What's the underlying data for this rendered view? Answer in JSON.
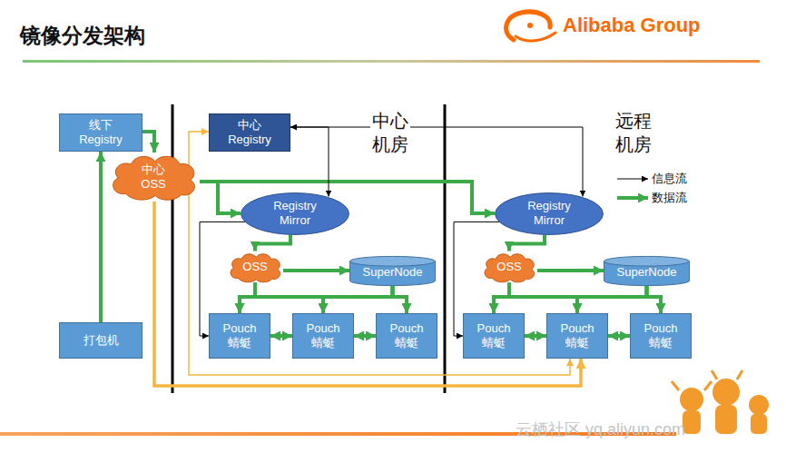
{
  "diagram": {
    "title": "镜像分发架构",
    "nodes": [
      {
        "text": [
          "线下 Registry"
        ]
      },
      {
        "text": [
          "中心 OSS"
        ]
      },
      {
        "text": [
          "打包机"
        ]
      },
      {
        "text": [
          "中心 Registry"
        ]
      },
      {
        "text": [
          "Registry Mirror"
        ]
      },
      {
        "text": [
          "OSS"
        ]
      },
      {
        "text": [
          "SuperNode"
        ]
      },
      {
        "text": [
          "Pouch 蜻蜓"
        ]
      },
      {
        "text": [
          "Pouch 蜻蜓"
        ]
      },
      {
        "text": [
          "Pouch 蜻蜓"
        ]
      },
      {
        "text": [
          "Registry Mirror"
        ]
      },
      {
        "text": [
          "OSS"
        ]
      },
      {
        "text": [
          "SuperNode"
        ]
      },
      {
        "text": [
          "Pouch 蜻蜓"
        ]
      },
      {
        "text": [
          "Pouch 蜻蜓"
        ]
      },
      {
        "text": [
          "Pouch 蜻蜓"
        ]
      }
    ],
    "edges": [
      {
        "from": 2,
        "to": 0,
        "arrow": "to"
      },
      {
        "from": 0,
        "to": 1,
        "arrow": "to"
      },
      {
        "from": 1,
        "to": 4,
        "arrow": "to"
      },
      {
        "from": 1,
        "to": 10,
        "arrow": "to"
      },
      {
        "from": 1,
        "to": 14,
        "arrow": "to"
      },
      {
        "from": 3,
        "to": 14,
        "arrow": "both"
      },
      {
        "from": 3,
        "to": 4,
        "arrow": "to"
      },
      {
        "from": 3,
        "to": 10,
        "arrow": "both"
      },
      {
        "from": 4,
        "to": 5,
        "arrow": "to"
      },
      {
        "from": 5,
        "to": 6,
        "arrow": "to"
      },
      {
        "from": 5,
        "to": 7,
        "arrow": "to"
      },
      {
        "from": 5,
        "to": 8,
        "arrow": "to"
      },
      {
        "from": 5,
        "to": 9,
        "arrow": "to"
      },
      {
        "from": 6,
        "to": 7,
        "arrow": "to"
      },
      {
        "from": 6,
        "to": 8,
        "arrow": "to"
      },
      {
        "from": 6,
        "to": 9,
        "arrow": "to"
      },
      {
        "from": 7,
        "to": 8,
        "arrow": "both"
      },
      {
        "from": 8,
        "to": 9,
        "arrow": "both"
      },
      {
        "from": 4,
        "to": 7,
        "arrow": "to"
      },
      {
        "from": 10,
        "to": 11,
        "arrow": "to"
      },
      {
        "from": 11,
        "to": 12,
        "arrow": "to"
      },
      {
        "from": 11,
        "to": 13,
        "arrow": "to"
      },
      {
        "from": 11,
        "to": 14,
        "arrow": "to"
      },
      {
        "from": 11,
        "to": 15,
        "arrow": "to"
      },
      {
        "from": 12,
        "to": 13,
        "arrow": "to"
      },
      {
        "from": 12,
        "to": 14,
        "arrow": "to"
      },
      {
        "from": 12,
        "to": 15,
        "arrow": "to"
      },
      {
        "from": 13,
        "to": 14,
        "arrow": "both"
      },
      {
        "from": 14,
        "to": 15,
        "arrow": "both"
      },
      {
        "from": 10,
        "to": 13,
        "arrow": "to"
      }
    ],
    "labels": [
      "中心 机房",
      "远程 机房",
      "Alibaba Group",
      "云栖社区 yq.aliyun.com"
    ],
    "legend": [
      {
        "text": "信息流"
      },
      {
        "text": "数据流"
      }
    ]
  }
}
